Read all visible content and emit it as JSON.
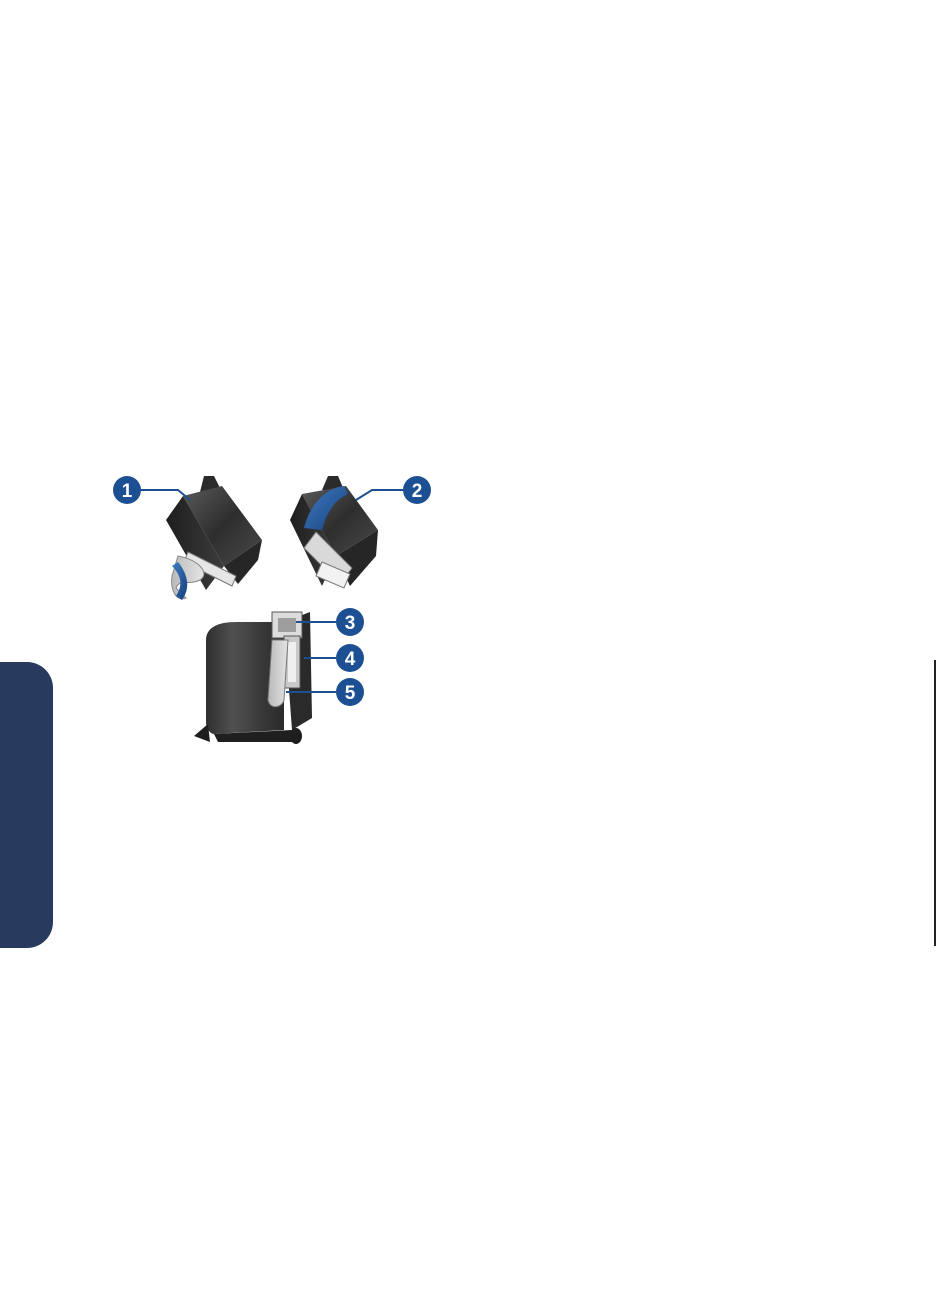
{
  "figure": {
    "callouts": [
      {
        "number": "1",
        "target": "cartridge-protective-tape-tab"
      },
      {
        "number": "2",
        "target": "cartridge-protective-tape-tab"
      },
      {
        "number": "3",
        "target": "ink-nozzles"
      },
      {
        "number": "4",
        "target": "copper-contacts"
      },
      {
        "number": "5",
        "target": "protective-tape"
      }
    ],
    "colors": {
      "callout_fill": "#1d4f93",
      "leader_line": "#1d4f93",
      "side_tab": "#283a5e",
      "cartridge_body": "#3a3a3a",
      "tape_light": "#cfcfcf",
      "tape_blue": "#1f5fa8"
    }
  }
}
